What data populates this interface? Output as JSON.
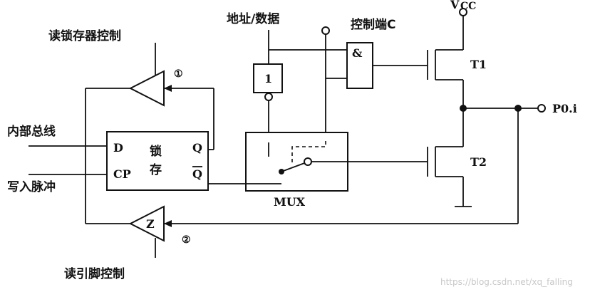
{
  "labels": {
    "read_latch": "读锁存器控制",
    "circle_1": "①",
    "internal_bus": "内部总线",
    "write_pulse": "写入脉冲",
    "circle_2": "②",
    "read_pin": "读引脚控制",
    "addr_data": "地址/数据",
    "ctrl_c": "控制端C",
    "vcc_v": "V",
    "vcc_cc": "CC",
    "t1": "T1",
    "t2": "T2",
    "p0i": "P0.i",
    "mux": "MUX",
    "and_sym": "&",
    "not_sym": "1",
    "buf_z": "Z"
  },
  "latch": {
    "d": "D",
    "cp": "CP",
    "q": "Q",
    "qbar": "Q",
    "word1": "锁",
    "word2": "存"
  },
  "watermark": "https://blog.csdn.net/xq_falling"
}
